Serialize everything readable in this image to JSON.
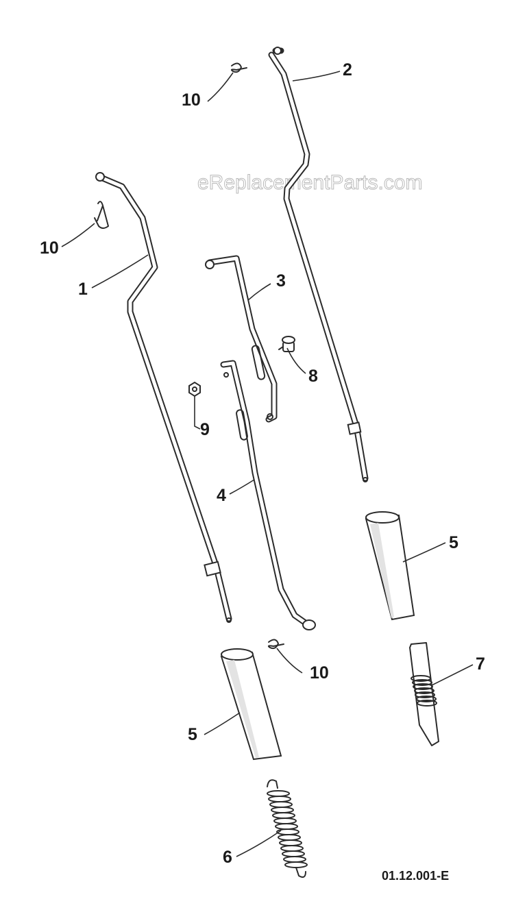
{
  "watermark": "eReplacementParts.com",
  "diagram_code": "01.12.001-E",
  "callouts": {
    "c1": "1",
    "c2": "2",
    "c3": "3",
    "c4": "4",
    "c5a": "5",
    "c5b": "5",
    "c6": "6",
    "c7": "7",
    "c8": "8",
    "c9": "9",
    "c10a": "10",
    "c10b": "10",
    "c10c": "10"
  }
}
